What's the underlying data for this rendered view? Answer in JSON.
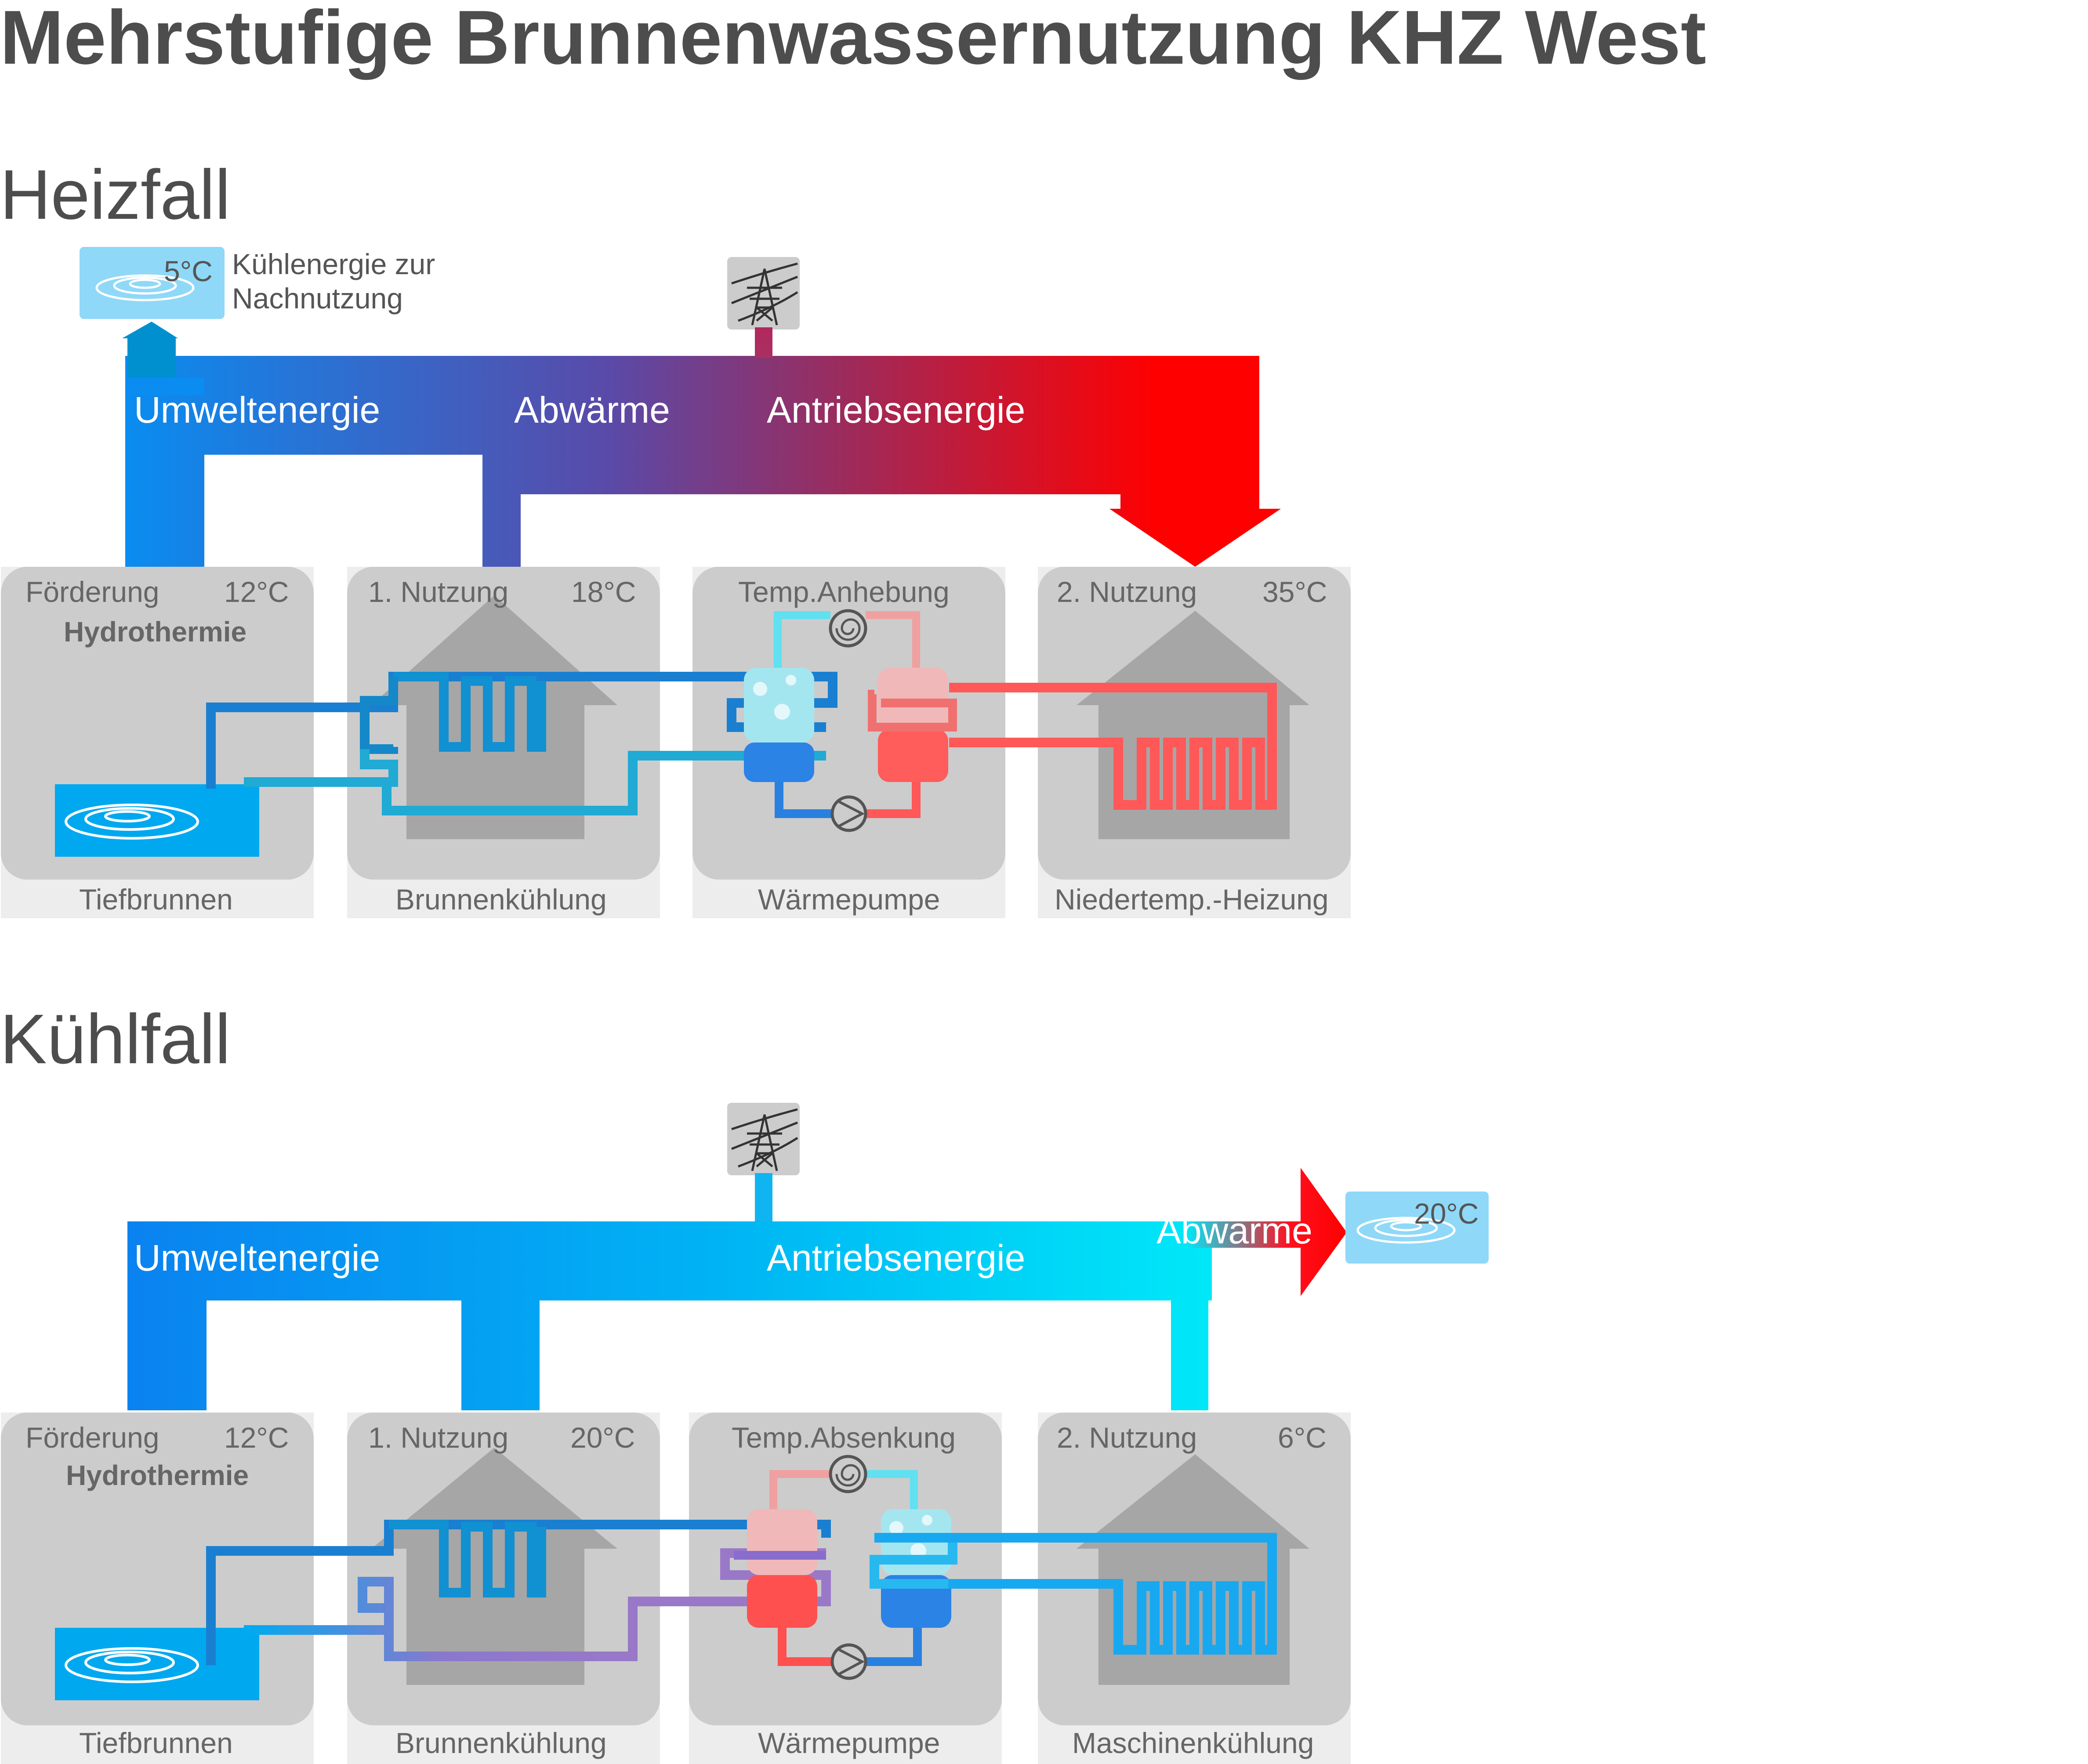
{
  "title": "Mehrstufige Brunnenwassernutzung KHZ West",
  "colors": {
    "cold": "#0a8cf0",
    "cyan": "#00d8f8",
    "purple": "#5a4aa8",
    "hot": "#ff0000",
    "card": "#cccccc",
    "caption_bg": "#ededed",
    "text": "#4d4d4d"
  },
  "heat": {
    "section": "Heizfall",
    "output": {
      "temp": "5°C",
      "label_line1": "Kühlenergie zur",
      "label_line2": "Nachnutzung"
    },
    "flows": {
      "umwelt": "Umweltenergie",
      "abwaerme": "Abwärme",
      "antrieb": "Antriebsenergie"
    },
    "cards": [
      {
        "top_left": "Förderung",
        "top_right": "12°C",
        "sub": "Hydrothermie",
        "caption": "Tiefbrunnen"
      },
      {
        "top_left": "1. Nutzung",
        "top_right": "18°C",
        "sub": "",
        "caption": "Brunnenkühlung"
      },
      {
        "top_left": "Temp.Anhebung",
        "top_right": "",
        "sub": "",
        "caption": "Wärmepumpe"
      },
      {
        "top_left": "2. Nutzung",
        "top_right": "35°C",
        "sub": "",
        "caption": "Niedertemp.-Heizung"
      }
    ]
  },
  "cool": {
    "section": "Kühlfall",
    "output": {
      "temp": "20°C"
    },
    "flows": {
      "umwelt": "Umweltenergie",
      "antrieb": "Antriebsenergie",
      "abwaerme": "Abwärme"
    },
    "cards": [
      {
        "top_left": "Förderung",
        "top_right": "12°C",
        "sub": "Hydrothermie",
        "caption": "Tiefbrunnen"
      },
      {
        "top_left": "1. Nutzung",
        "top_right": "20°C",
        "sub": "",
        "caption": "Brunnenkühlung"
      },
      {
        "top_left": "Temp.Absenkung",
        "top_right": "",
        "sub": "",
        "caption": "Wärmepumpe"
      },
      {
        "top_left": "2. Nutzung",
        "top_right": "6°C",
        "sub": "",
        "caption": "Maschinenkühlung"
      }
    ]
  },
  "icons": {
    "power": "power-pylon-icon",
    "water": "water-ripple-icon",
    "pump": "pump-icon",
    "fan": "fan-icon"
  }
}
